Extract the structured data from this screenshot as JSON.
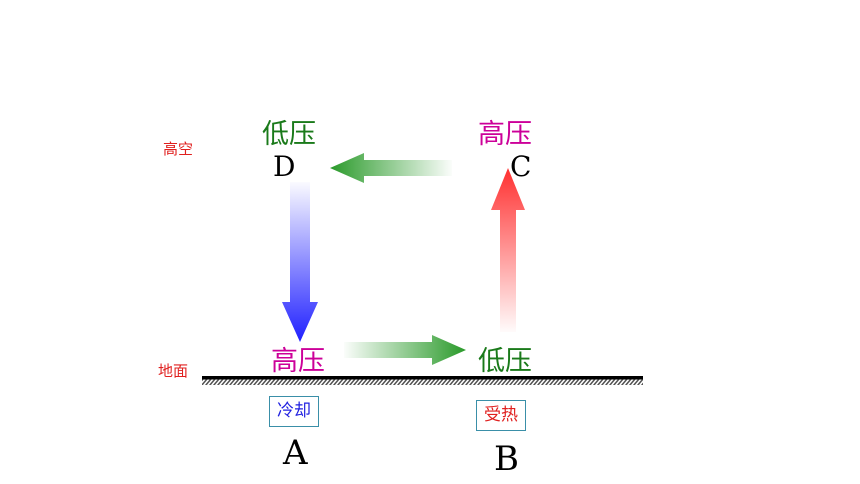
{
  "labels": {
    "upper_air": "高空",
    "ground": "地面"
  },
  "points": {
    "D": {
      "letter": "D",
      "pressure": "低压"
    },
    "C": {
      "letter": "C",
      "pressure": "高压"
    },
    "A": {
      "letter": "A",
      "pressure": "高压",
      "condition": "冷却"
    },
    "B": {
      "letter": "B",
      "pressure": "低压",
      "condition": "受热"
    }
  },
  "colors": {
    "low_pressure": "#1a7a1a",
    "high_pressure": "#cc0099",
    "side_label": "#e0201f",
    "cooling": "#1f1fe0",
    "heating": "#e0201f",
    "arrow_descending": "#2020ff",
    "arrow_ascending": "#ff3030",
    "arrow_horizontal": "#2a9a2a",
    "ground_line": "#000000"
  }
}
